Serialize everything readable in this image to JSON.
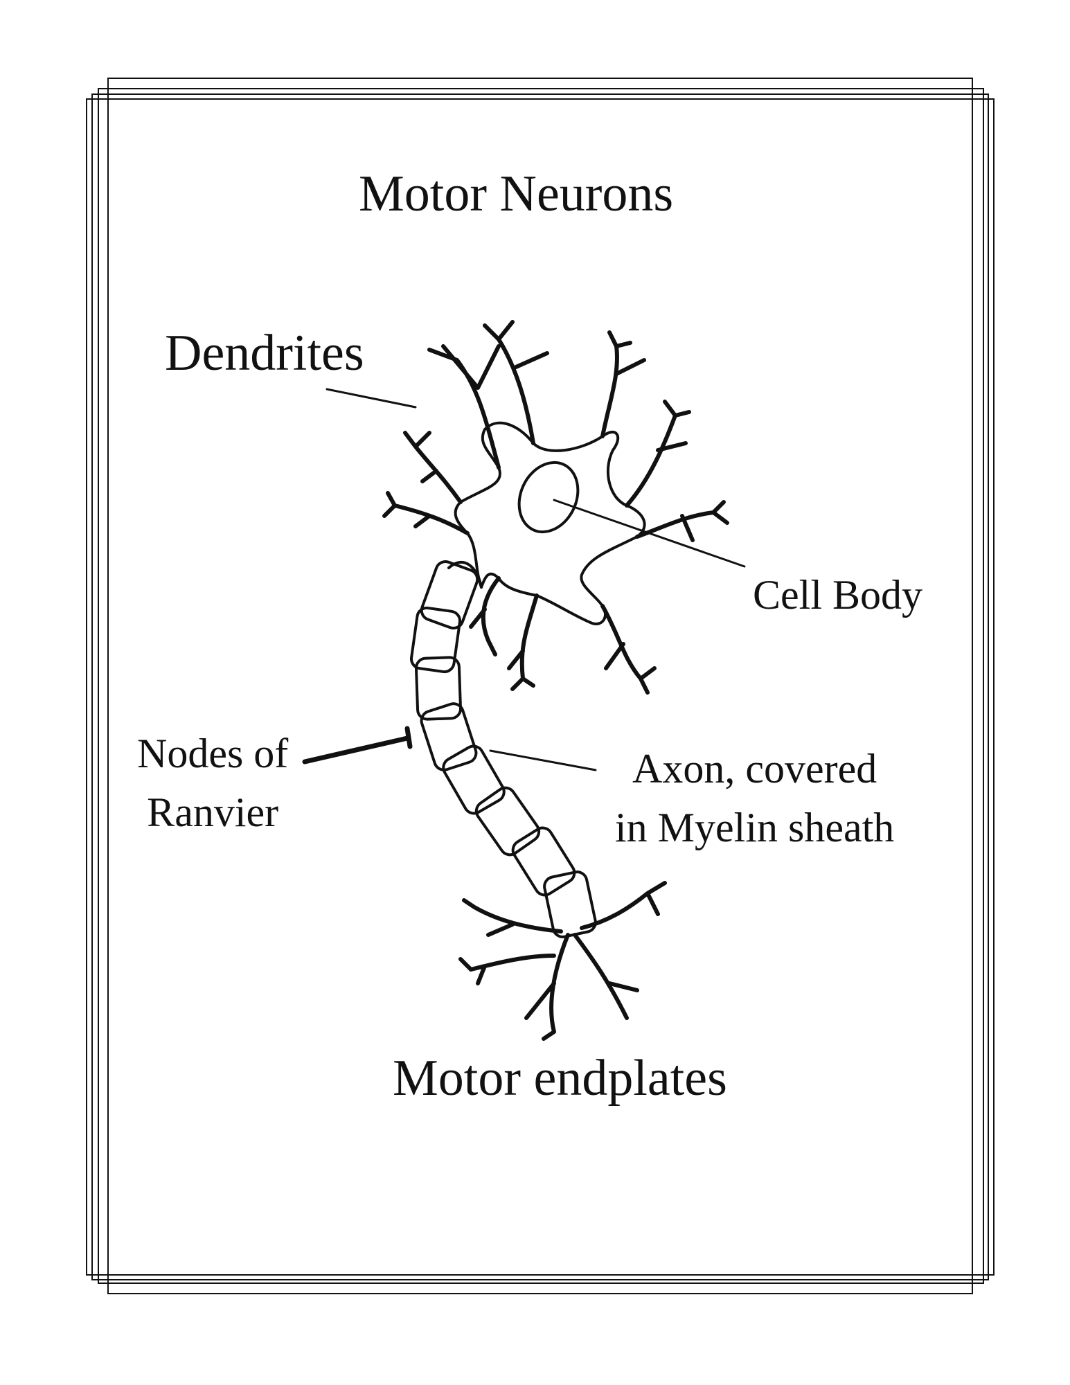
{
  "diagram": {
    "title": "Motor Neurons",
    "labels": {
      "dendrites": "Dendrites",
      "cell_body": "Cell Body",
      "nodes_of_ranvier_line1": "Nodes of",
      "nodes_of_ranvier_line2": "Ranvier",
      "axon_line1": "Axon, covered",
      "axon_line2": "in Myelin sheath",
      "motor_endplates": "Motor endplates"
    },
    "stroke_color": "#111111",
    "background_color": "#ffffff"
  }
}
